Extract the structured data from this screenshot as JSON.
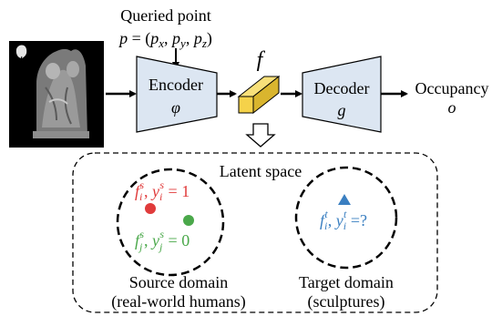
{
  "input": {
    "queried_point_label": "Queried point",
    "queried_point_formula": "p = (p_x, p_y, p_z)"
  },
  "encoder": {
    "label": "Encoder",
    "symbol": "φ",
    "fill": "#dce6f2"
  },
  "feature": {
    "symbol": "f",
    "fill": "#f5d24a"
  },
  "decoder": {
    "label": "Decoder",
    "symbol": "g",
    "fill": "#dce6f2"
  },
  "output": {
    "label": "Occupancy",
    "symbol": "o"
  },
  "latent_space": {
    "label": "Latent space"
  },
  "source_domain": {
    "label_line1": "Source domain",
    "label_line2": "(real-world humans)",
    "sample_positive": "f_i^s, y_i^s = 1",
    "sample_negative": "f_j^s, y_j^s = 0",
    "color_positive": "#e03b3b",
    "color_negative": "#4aa84a"
  },
  "target_domain": {
    "label_line1": "Target domain",
    "label_line2": "(sculptures)",
    "sample_unknown": "f_i^t, y_i^t = ?",
    "color_unknown": "#3a7fc1"
  }
}
